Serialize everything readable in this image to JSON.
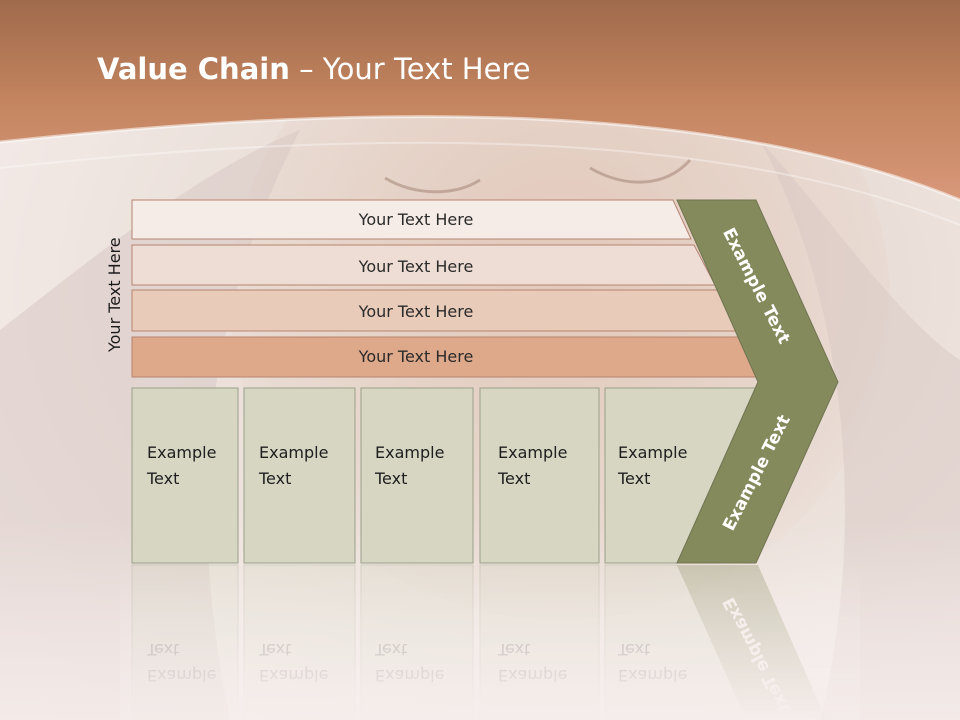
{
  "title": {
    "bold": "Value Chain",
    "rest": " – Your Text Here"
  },
  "vertical_label": "Your Text Here",
  "bars": [
    {
      "label": "Your Text Here",
      "color": "#f5ebe7"
    },
    {
      "label": "Your Text Here",
      "color": "#eeddd4"
    },
    {
      "label": "Your Text Here",
      "color": "#e8cbb9"
    },
    {
      "label": "Your Text Here",
      "color": "#dea98a"
    }
  ],
  "boxes": [
    {
      "line1": "Example",
      "line2": "Text"
    },
    {
      "line1": "Example",
      "line2": "Text"
    },
    {
      "line1": "Example",
      "line2": "Text"
    },
    {
      "line1": "Example",
      "line2": "Text"
    },
    {
      "line1": "Example",
      "line2": "Text"
    }
  ],
  "chevron": {
    "top_label": "Example Text",
    "bottom_label": "Example Text",
    "color": "#858a5d"
  },
  "colors": {
    "header": "#c78565",
    "box_fill": "#d6d6c3",
    "box_border": "#9aa08a"
  }
}
